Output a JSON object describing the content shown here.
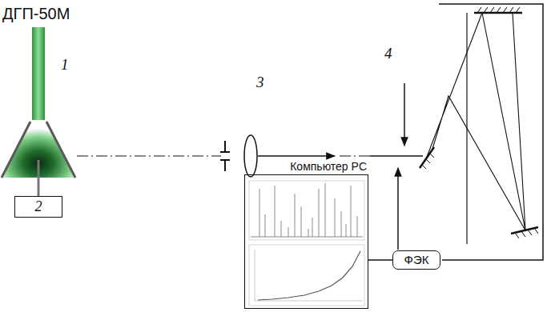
{
  "diagram": {
    "nodes": [
      {
        "text": [
          "2"
        ]
      },
      {
        "text": [
          "Компьютер PC"
        ]
      },
      {
        "text": [
          "ФЭК"
        ]
      }
    ],
    "edges": [
      {
        "from": 1,
        "to": 2,
        "arrow": "none"
      }
    ],
    "labels": [
      "ДГП-50М",
      "1",
      "3",
      "4"
    ]
  }
}
